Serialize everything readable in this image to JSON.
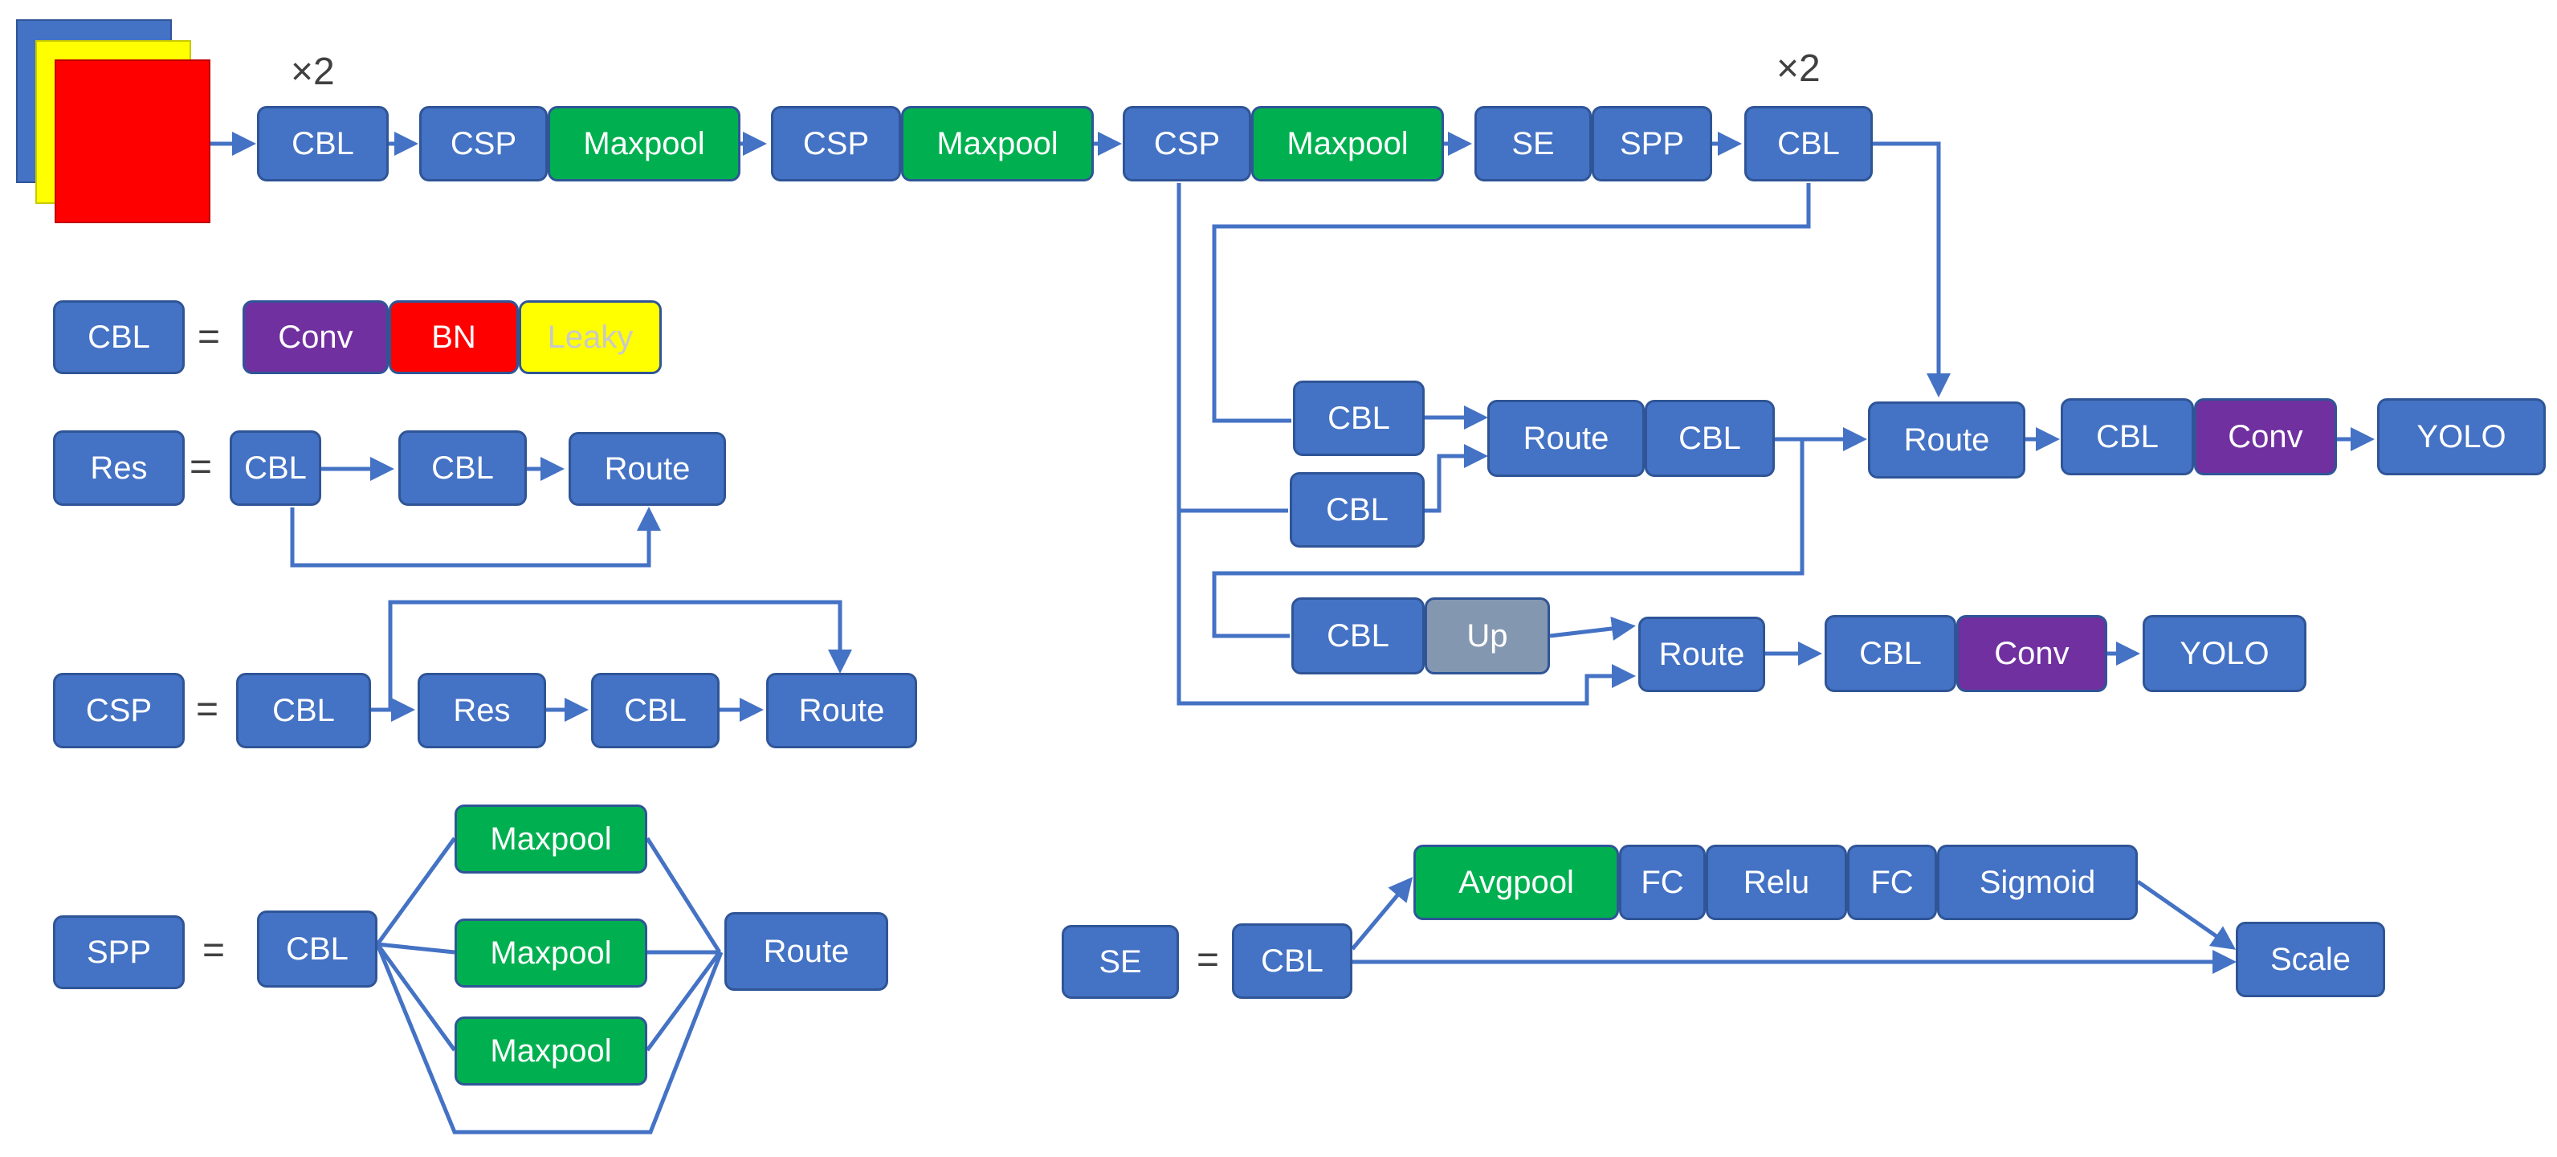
{
  "top_chain": {
    "rep1": "×2",
    "cbl1": "CBL",
    "csp1": "CSP",
    "maxpool1": "Maxpool",
    "csp2": "CSP",
    "maxpool2": "Maxpool",
    "csp3": "CSP",
    "maxpool3": "Maxpool",
    "se": "SE",
    "spp": "SPP",
    "rep2": "×2",
    "cbl2": "CBL"
  },
  "branches": {
    "cbl_a": "CBL",
    "cbl_b": "CBL",
    "route1": "Route",
    "cbl_c": "CBL",
    "route2": "Route",
    "cbl_d": "CBL",
    "conv1": "Conv",
    "yolo1": "YOLO",
    "cbl_e": "CBL",
    "up": "Up",
    "route3": "Route",
    "cbl_f": "CBL",
    "conv2": "Conv",
    "yolo2": "YOLO"
  },
  "legend_cbl": {
    "lhs": "CBL",
    "eq": "=",
    "conv": "Conv",
    "bn": "BN",
    "leaky": "Leaky"
  },
  "legend_res": {
    "lhs": "Res",
    "eq": "=",
    "cbl1": "CBL",
    "cbl2": "CBL",
    "route": "Route"
  },
  "legend_csp": {
    "lhs": "CSP",
    "eq": "=",
    "cbl1": "CBL",
    "res": "Res",
    "cbl2": "CBL",
    "route": "Route"
  },
  "legend_spp": {
    "lhs": "SPP",
    "eq": "=",
    "cbl": "CBL",
    "maxpool1": "Maxpool",
    "maxpool2": "Maxpool",
    "maxpool3": "Maxpool",
    "route": "Route"
  },
  "legend_se": {
    "lhs": "SE",
    "eq": "=",
    "cbl": "CBL",
    "avgpool": "Avgpool",
    "fc1": "FC",
    "relu": "Relu",
    "fc2": "FC",
    "sigmoid": "Sigmoid",
    "scale": "Scale"
  },
  "colors": {
    "block": "#4472c4",
    "pool": "#00b050",
    "conv": "#7030a0",
    "bn": "#ff0000",
    "leaky": "#ffff00",
    "up": "#8497b0",
    "wire": "#4472c4",
    "input_back": "#4472c4",
    "input_mid": "#ffff00",
    "input_front": "#ff0000"
  }
}
